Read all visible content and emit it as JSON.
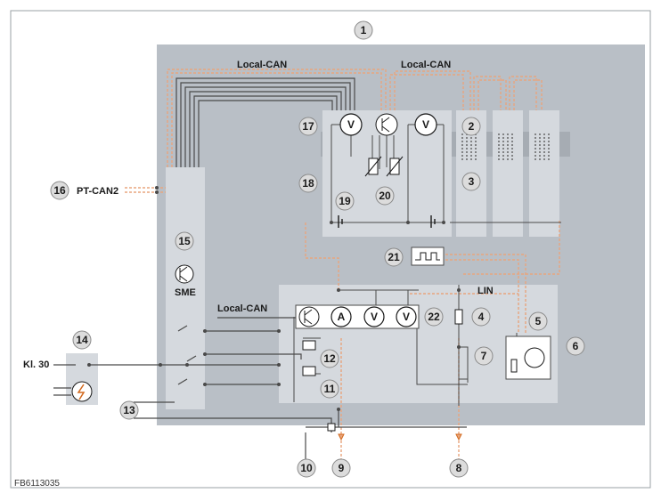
{
  "figure_code": "FB6113035",
  "labels": {
    "local_can_top_left": "Local-CAN",
    "local_can_top_right": "Local-CAN",
    "local_can_mid": "Local-CAN",
    "pt_can2": "PT-CAN2",
    "kl30": "Kl. 30",
    "sme": "SME",
    "lin": "LIN"
  },
  "badges": {
    "b1": "1",
    "b2": "2",
    "b3": "3",
    "b4": "4",
    "b5": "5",
    "b6": "6",
    "b7": "7",
    "b8": "8",
    "b9": "9",
    "b10": "10",
    "b11": "11",
    "b12": "12",
    "b13": "13",
    "b14": "14",
    "b15": "15",
    "b16": "16",
    "b17": "17",
    "b18": "18",
    "b19": "19",
    "b20": "20",
    "b21": "21",
    "b22": "22"
  },
  "meters": {
    "v_top_left": "V",
    "v_top_right": "V",
    "a_mid": "A",
    "v_mid_1": "V",
    "v_mid_2": "V"
  },
  "colors": {
    "panel": "#b9bfc6",
    "module": "#d5d9de",
    "can_wire": "#e8a57e",
    "wire": "#4a4a4a",
    "badge_fill": "#dcdcdc"
  }
}
